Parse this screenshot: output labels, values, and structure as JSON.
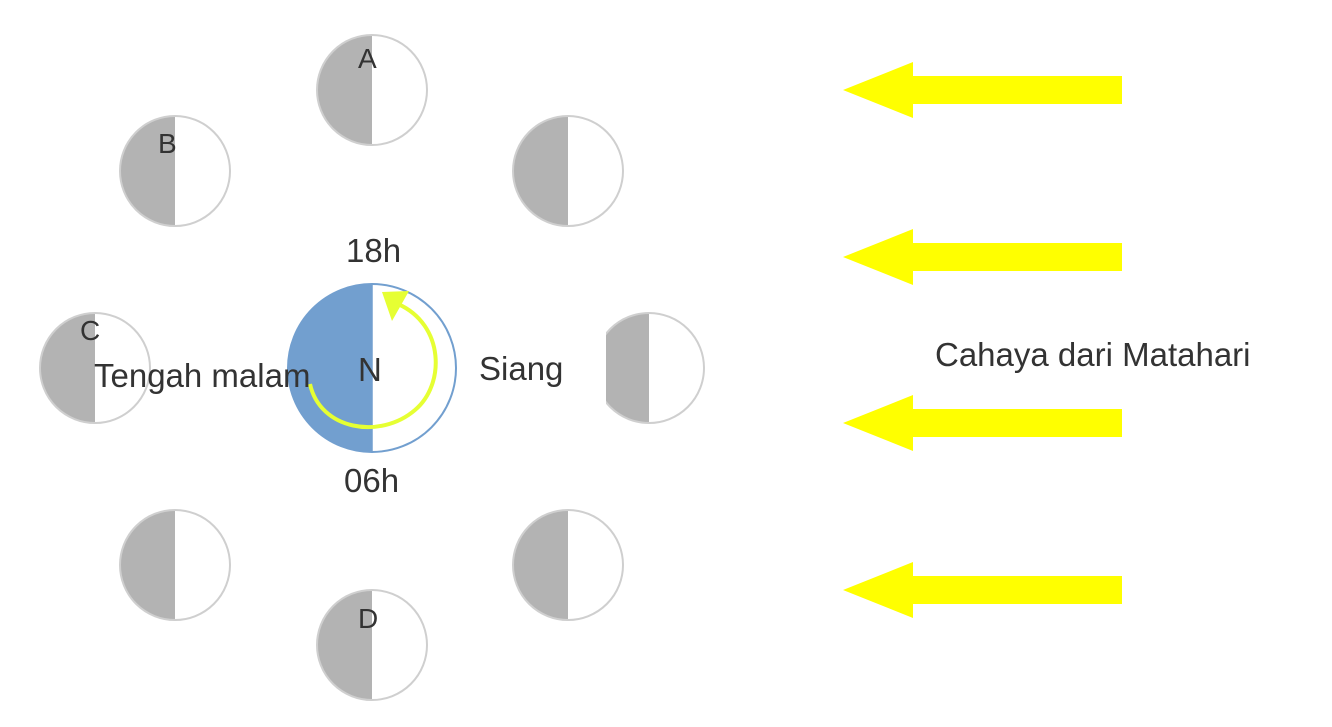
{
  "colors": {
    "moon_dark": "#b3b3b3",
    "moon_light": "#ffffff",
    "moon_outline": "#cfcfcf",
    "earth_night": "#729fcf",
    "earth_day": "#ffffff",
    "earth_outline": "#729fcf",
    "arrow": "#ffff00",
    "rotation_arrow": "#e6ff33",
    "text": "#333333"
  },
  "moon_labels": {
    "a": "A",
    "b": "B",
    "c": "C",
    "d": "D"
  },
  "earth": {
    "label": "N",
    "time_top": "18h",
    "time_bottom": "06h",
    "night_label": "Tengah malam",
    "day_label": "Siang"
  },
  "sunlight": {
    "label": "Cahaya dari Matahari",
    "arrow_count": 4
  }
}
